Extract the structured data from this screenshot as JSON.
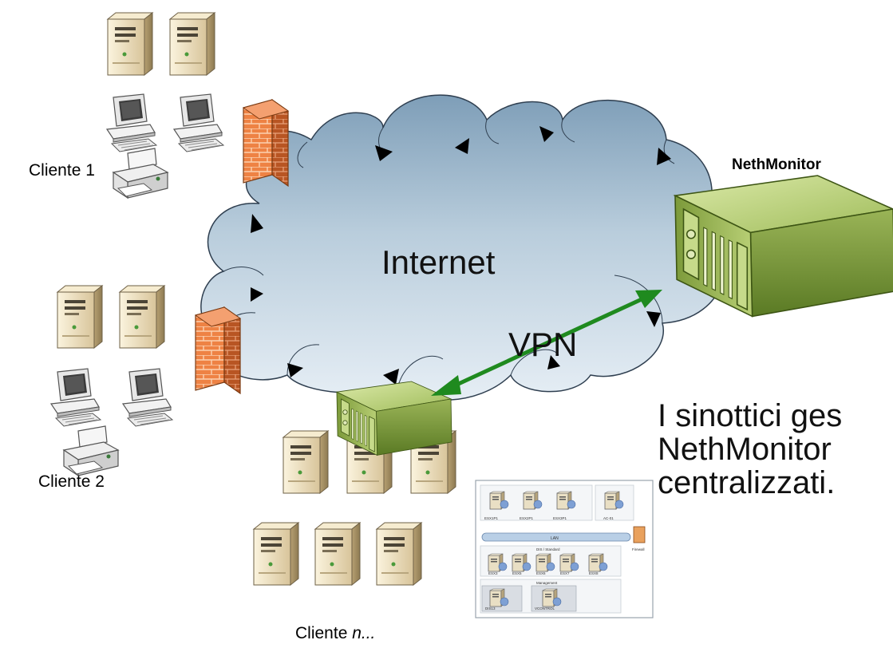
{
  "labels": {
    "cloud": "Internet",
    "vpn": "VPN",
    "monitor": "NethMonitor",
    "client1": "Cliente 1",
    "client2": "Cliente 2",
    "clientn_prefix": "Cliente ",
    "clientn_italic": "n..."
  },
  "caption": {
    "line1": "I sinottici ges",
    "line2": "NethMonitor",
    "line3": "centralizzati."
  },
  "synoptic": {
    "top_hosts": [
      "ESX1P1",
      "ESX2P1",
      "ESX3P1"
    ],
    "top_right_host": "AC-01",
    "lan_label": "LAN",
    "firewall_label": "Firewall",
    "dmz_label": "DIS / Standard",
    "mid_hosts": [
      "ESX3",
      "ESX5",
      "ESX6",
      "ESX7",
      "ESX8"
    ],
    "management_label": "Management",
    "bottom_hosts": [
      "DIS13",
      "VCONTROL"
    ]
  },
  "colors": {
    "cloud_fill": "#b4c8d8",
    "vpn_link": "#1f8a1f",
    "firewall": "#e9773b",
    "monitor_box": "#8fae55"
  }
}
